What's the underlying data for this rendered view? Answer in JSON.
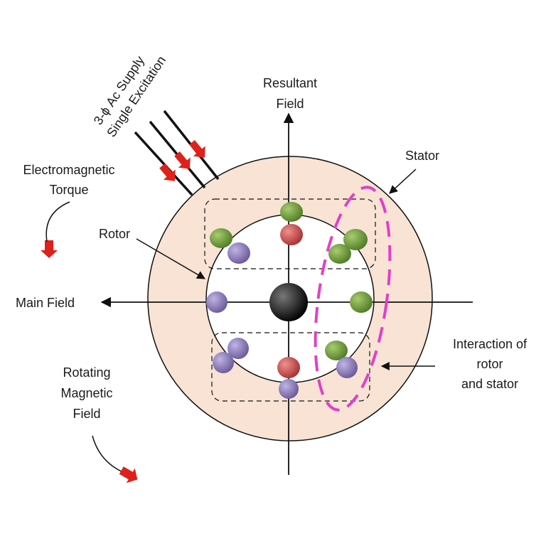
{
  "labels": {
    "supply_line1": "3-ϕ Ac Supply",
    "supply_line2": "Single Excitation",
    "resultant_line1": "Resultant",
    "resultant_line2": "Field",
    "stator": "Stator",
    "em_torque_line1": "Electromagnetic",
    "em_torque_line2": "Torque",
    "rotor": "Rotor",
    "main_field": "Main Field",
    "interaction_line1": "Interaction of",
    "interaction_line2": "rotor",
    "interaction_line3": "and stator",
    "rmf_line1": "Rotating",
    "rmf_line2": "Magnetic",
    "rmf_line3": "Field"
  },
  "colors": {
    "stator_fill": "#f8e3d4",
    "rotor_fill": "#ffffff",
    "green_conductor": "#6f9a3a",
    "red_conductor": "#c84a4a",
    "purple_conductor": "#8a78b8",
    "shaft": "#111111",
    "interaction_ellipse": "#e040c8",
    "arrow_red": "#e0201a",
    "line": "#111111"
  }
}
